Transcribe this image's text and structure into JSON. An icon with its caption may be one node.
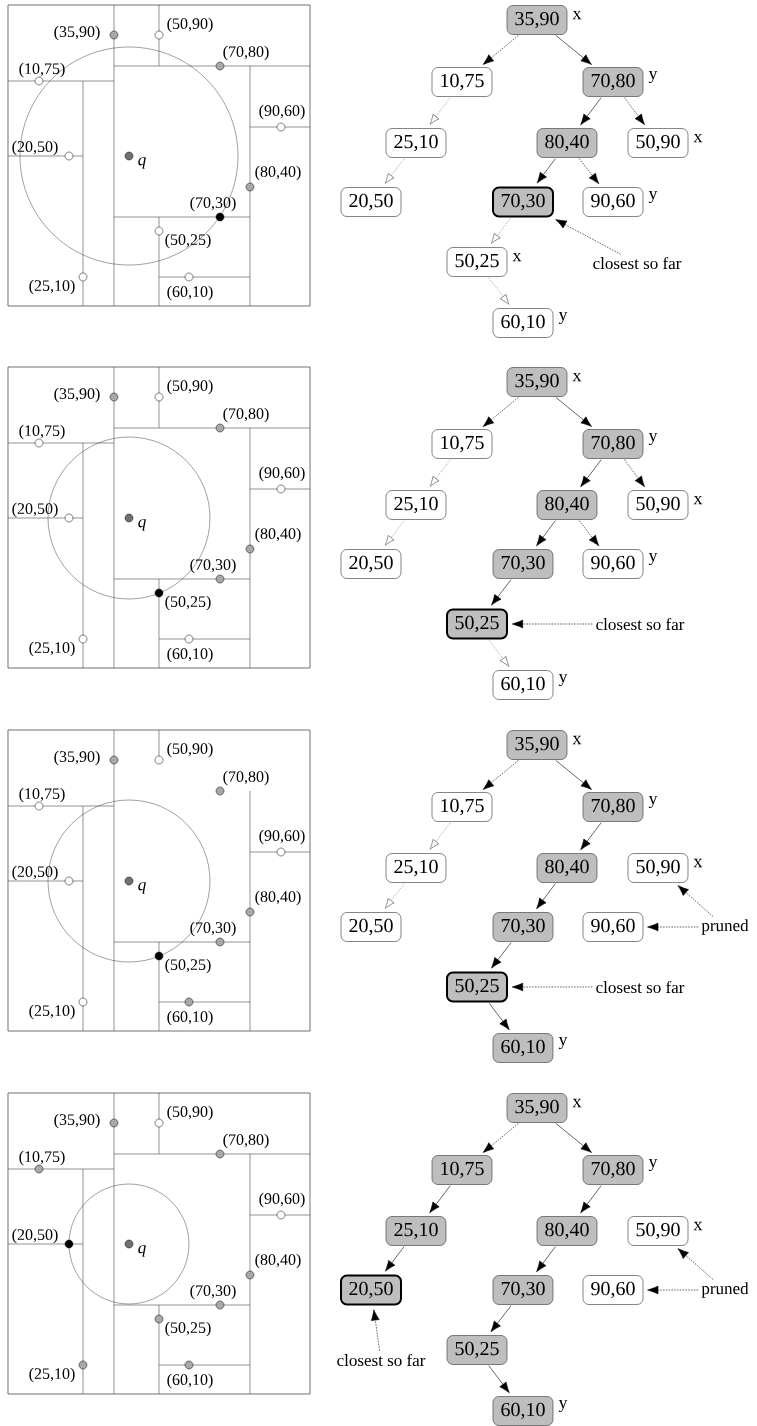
{
  "diagram": {
    "nodes": [
      {
        "text": [
          "35,90"
        ],
        "beside": [
          "x"
        ]
      },
      {
        "text": [
          "10,75"
        ]
      },
      {
        "text": [
          "70,80"
        ],
        "beside": [
          "y"
        ]
      },
      {
        "text": [
          "25,10"
        ]
      },
      {
        "text": [
          "80,40"
        ]
      },
      {
        "text": [
          "50,90"
        ],
        "beside": [
          "x"
        ]
      },
      {
        "text": [
          "20,50"
        ]
      },
      {
        "text": [
          "70,30"
        ]
      },
      {
        "text": [
          "90,60"
        ],
        "beside": [
          "y"
        ]
      },
      {
        "text": [
          "50,25"
        ],
        "beside": [
          "x"
        ]
      },
      {
        "text": [
          "closest so far"
        ]
      },
      {
        "text": [
          "60,10"
        ],
        "beside": [
          "y"
        ]
      },
      {
        "text": [
          "35,90"
        ],
        "beside": [
          "x"
        ]
      },
      {
        "text": [
          "10,75"
        ]
      },
      {
        "text": [
          "70,80"
        ],
        "beside": [
          "y"
        ]
      },
      {
        "text": [
          "25,10"
        ]
      },
      {
        "text": [
          "80,40"
        ]
      },
      {
        "text": [
          "50,90"
        ],
        "beside": [
          "x"
        ]
      },
      {
        "text": [
          "20,50"
        ]
      },
      {
        "text": [
          "70,30"
        ]
      },
      {
        "text": [
          "90,60"
        ],
        "beside": [
          "y"
        ]
      },
      {
        "text": [
          "50,25"
        ]
      },
      {
        "text": [
          "closest so far"
        ]
      },
      {
        "text": [
          "60,10"
        ],
        "beside": [
          "y"
        ]
      },
      {
        "text": [
          "35,90"
        ],
        "beside": [
          "x"
        ]
      },
      {
        "text": [
          "10,75"
        ]
      },
      {
        "text": [
          "70,80"
        ],
        "beside": [
          "y"
        ]
      },
      {
        "text": [
          "25,10"
        ]
      },
      {
        "text": [
          "80,40"
        ]
      },
      {
        "text": [
          "50,90"
        ],
        "beside": [
          "x"
        ]
      },
      {
        "text": [
          "20,50"
        ]
      },
      {
        "text": [
          "70,30"
        ]
      },
      {
        "text": [
          "90,60"
        ]
      },
      {
        "text": [
          "pruned"
        ]
      },
      {
        "text": [
          "50,25"
        ]
      },
      {
        "text": [
          "closest so far"
        ]
      },
      {
        "text": [
          "60,10"
        ],
        "beside": [
          "y"
        ]
      },
      {
        "text": [
          "35,90"
        ],
        "beside": [
          "x"
        ]
      },
      {
        "text": [
          "10,75"
        ]
      },
      {
        "text": [
          "70,80"
        ],
        "beside": [
          "y"
        ]
      },
      {
        "text": [
          "25,10"
        ]
      },
      {
        "text": [
          "80,40"
        ]
      },
      {
        "text": [
          "50,90"
        ],
        "beside": [
          "x"
        ]
      },
      {
        "text": [
          "20,50"
        ]
      },
      {
        "text": [
          "70,30"
        ]
      },
      {
        "text": [
          "90,60"
        ]
      },
      {
        "text": [
          "pruned"
        ]
      },
      {
        "text": [
          "closest so far"
        ]
      },
      {
        "text": [
          "50,25"
        ]
      },
      {
        "text": [
          "60,10"
        ],
        "beside": [
          "y"
        ]
      }
    ],
    "edges": [
      {
        "from": 0,
        "to": 1,
        "arrow": "to",
        "style": "dashed"
      },
      {
        "from": 0,
        "to": 2,
        "arrow": "to"
      },
      {
        "from": 1,
        "to": 3,
        "arrow": "to",
        "style": "dashed",
        "color": "#888888"
      },
      {
        "from": 3,
        "to": 6,
        "arrow": "to",
        "style": "dashed",
        "color": "#888888"
      },
      {
        "from": 2,
        "to": 4,
        "arrow": "to"
      },
      {
        "from": 2,
        "to": 5,
        "arrow": "to",
        "style": "dashed"
      },
      {
        "from": 4,
        "to": 7,
        "arrow": "to"
      },
      {
        "from": 4,
        "to": 8,
        "arrow": "to",
        "style": "dashed"
      },
      {
        "from": 7,
        "to": 9,
        "arrow": "to",
        "style": "dashed",
        "color": "#888888"
      },
      {
        "from": 9,
        "to": 11,
        "arrow": "to",
        "style": "dashed",
        "color": "#888888"
      },
      {
        "from": 10,
        "to": 7,
        "arrow": "to",
        "style": "dashed"
      },
      {
        "from": 12,
        "to": 13,
        "arrow": "to",
        "style": "dashed"
      },
      {
        "from": 12,
        "to": 14,
        "arrow": "to"
      },
      {
        "from": 13,
        "to": 15,
        "arrow": "to",
        "style": "dashed",
        "color": "#888888"
      },
      {
        "from": 15,
        "to": 18,
        "arrow": "to",
        "style": "dashed",
        "color": "#888888"
      },
      {
        "from": 14,
        "to": 16,
        "arrow": "to"
      },
      {
        "from": 14,
        "to": 17,
        "arrow": "to",
        "style": "dashed"
      },
      {
        "from": 16,
        "to": 19,
        "arrow": "to"
      },
      {
        "from": 16,
        "to": 20,
        "arrow": "to",
        "style": "dashed"
      },
      {
        "from": 19,
        "to": 21,
        "arrow": "to"
      },
      {
        "from": 21,
        "to": 23,
        "arrow": "to",
        "style": "dashed",
        "color": "#888888"
      },
      {
        "from": 22,
        "to": 21,
        "arrow": "to",
        "style": "dashed"
      },
      {
        "from": 24,
        "to": 25,
        "arrow": "to",
        "style": "dashed"
      },
      {
        "from": 24,
        "to": 26,
        "arrow": "to"
      },
      {
        "from": 25,
        "to": 27,
        "arrow": "to",
        "style": "dashed",
        "color": "#888888"
      },
      {
        "from": 27,
        "to": 30,
        "arrow": "to",
        "style": "dashed",
        "color": "#888888"
      },
      {
        "from": 26,
        "to": 28,
        "arrow": "to"
      },
      {
        "from": 28,
        "to": 31,
        "arrow": "to"
      },
      {
        "from": 31,
        "to": 34,
        "arrow": "to"
      },
      {
        "from": 34,
        "to": 36,
        "arrow": "to"
      },
      {
        "from": 33,
        "to": 29,
        "arrow": "to",
        "style": "dashed"
      },
      {
        "from": 33,
        "to": 32,
        "arrow": "to",
        "style": "dashed"
      },
      {
        "from": 35,
        "to": 34,
        "arrow": "to",
        "style": "dashed"
      },
      {
        "from": 37,
        "to": 38,
        "arrow": "to",
        "style": "dashed"
      },
      {
        "from": 37,
        "to": 39,
        "arrow": "to"
      },
      {
        "from": 38,
        "to": 40,
        "arrow": "to"
      },
      {
        "from": 40,
        "to": 43,
        "arrow": "to"
      },
      {
        "from": 39,
        "to": 41,
        "arrow": "to"
      },
      {
        "from": 41,
        "to": 44,
        "arrow": "to"
      },
      {
        "from": 44,
        "to": 48,
        "arrow": "to"
      },
      {
        "from": 48,
        "to": 49,
        "arrow": "to"
      },
      {
        "from": 47,
        "to": 43,
        "arrow": "to",
        "style": "dashed"
      },
      {
        "from": 46,
        "to": 42,
        "arrow": "to",
        "style": "dashed"
      },
      {
        "from": 46,
        "to": 45,
        "arrow": "to",
        "style": "dashed"
      }
    ],
    "labels": [
      "(50,90)",
      "(35,90)",
      "(70,80)",
      "(10,75)",
      "(90,60)",
      "(20,50)",
      "q",
      "(80,40)",
      "(70,30)",
      "(50,25)",
      "(25,10)",
      "(60,10)",
      "(50,90)",
      "(35,90)",
      "(70,80)",
      "(10,75)",
      "(90,60)",
      "(20,50)",
      "q",
      "(80,40)",
      "(70,30)",
      "(50,25)",
      "(25,10)",
      "(60,10)",
      "(50,90)",
      "(35,90)",
      "(70,80)",
      "(10,75)",
      "(90,60)",
      "(20,50)",
      "q",
      "(80,40)",
      "(70,30)",
      "(50,25)",
      "(25,10)",
      "(60,10)",
      "(50,90)",
      "(35,90)",
      "(70,80)",
      "(10,75)",
      "(90,60)",
      "(20,50)",
      "q",
      "(80,40)",
      "(70,30)",
      "(50,25)",
      "(25,10)",
      "(60,10)"
    ]
  }
}
